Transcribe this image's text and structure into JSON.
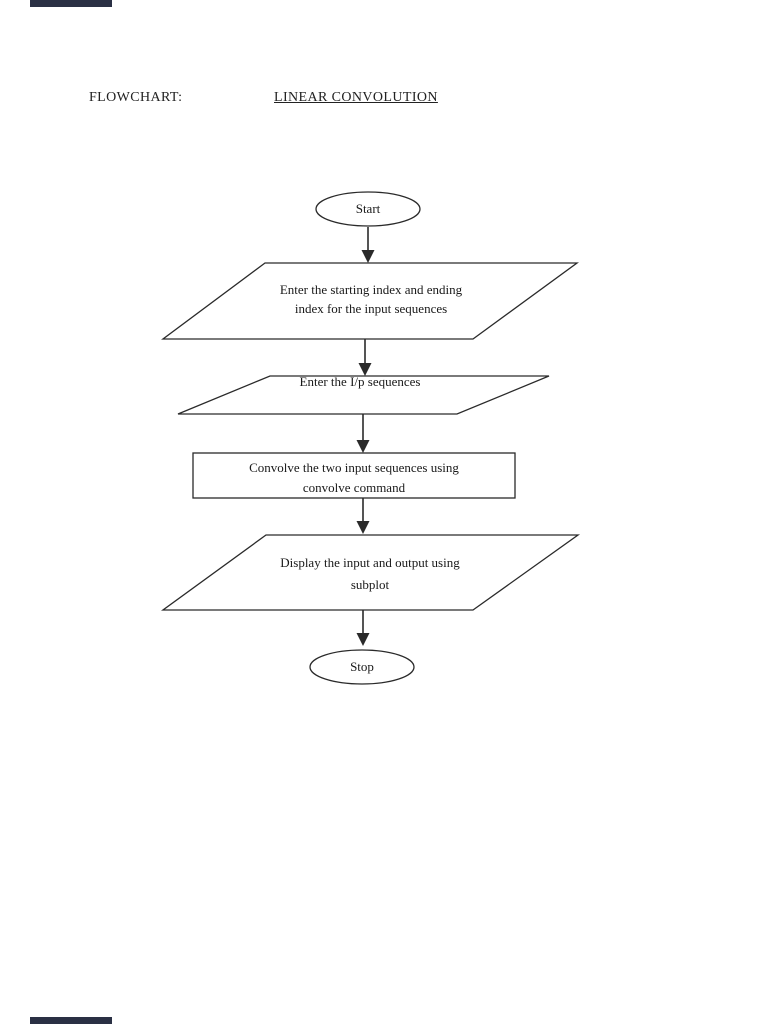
{
  "page": {
    "background": "#ffffff",
    "edge_marker_color": "#2a3044",
    "stroke_color": "#2a2a2a"
  },
  "header": {
    "label": "FLOWCHART:",
    "title": "LINEAR CONVOLUTION"
  },
  "flowchart": {
    "nodes": [
      {
        "id": "start",
        "type": "terminator-ellipse",
        "label": "Start"
      },
      {
        "id": "input-indices",
        "type": "io-parallelogram",
        "lines": [
          "Enter the starting index and ending",
          "index for the input sequences"
        ]
      },
      {
        "id": "input-sequences",
        "type": "io-parallelogram",
        "line": "Enter the I/p sequences"
      },
      {
        "id": "convolve",
        "type": "process-rectangle",
        "lines": [
          "Convolve the two input sequences using",
          "convolve command"
        ]
      },
      {
        "id": "display",
        "type": "io-parallelogram",
        "lines": [
          "Display the input and output using",
          "subplot"
        ]
      },
      {
        "id": "stop",
        "type": "terminator-ellipse",
        "label": "Stop"
      }
    ],
    "connector_count": "5"
  }
}
